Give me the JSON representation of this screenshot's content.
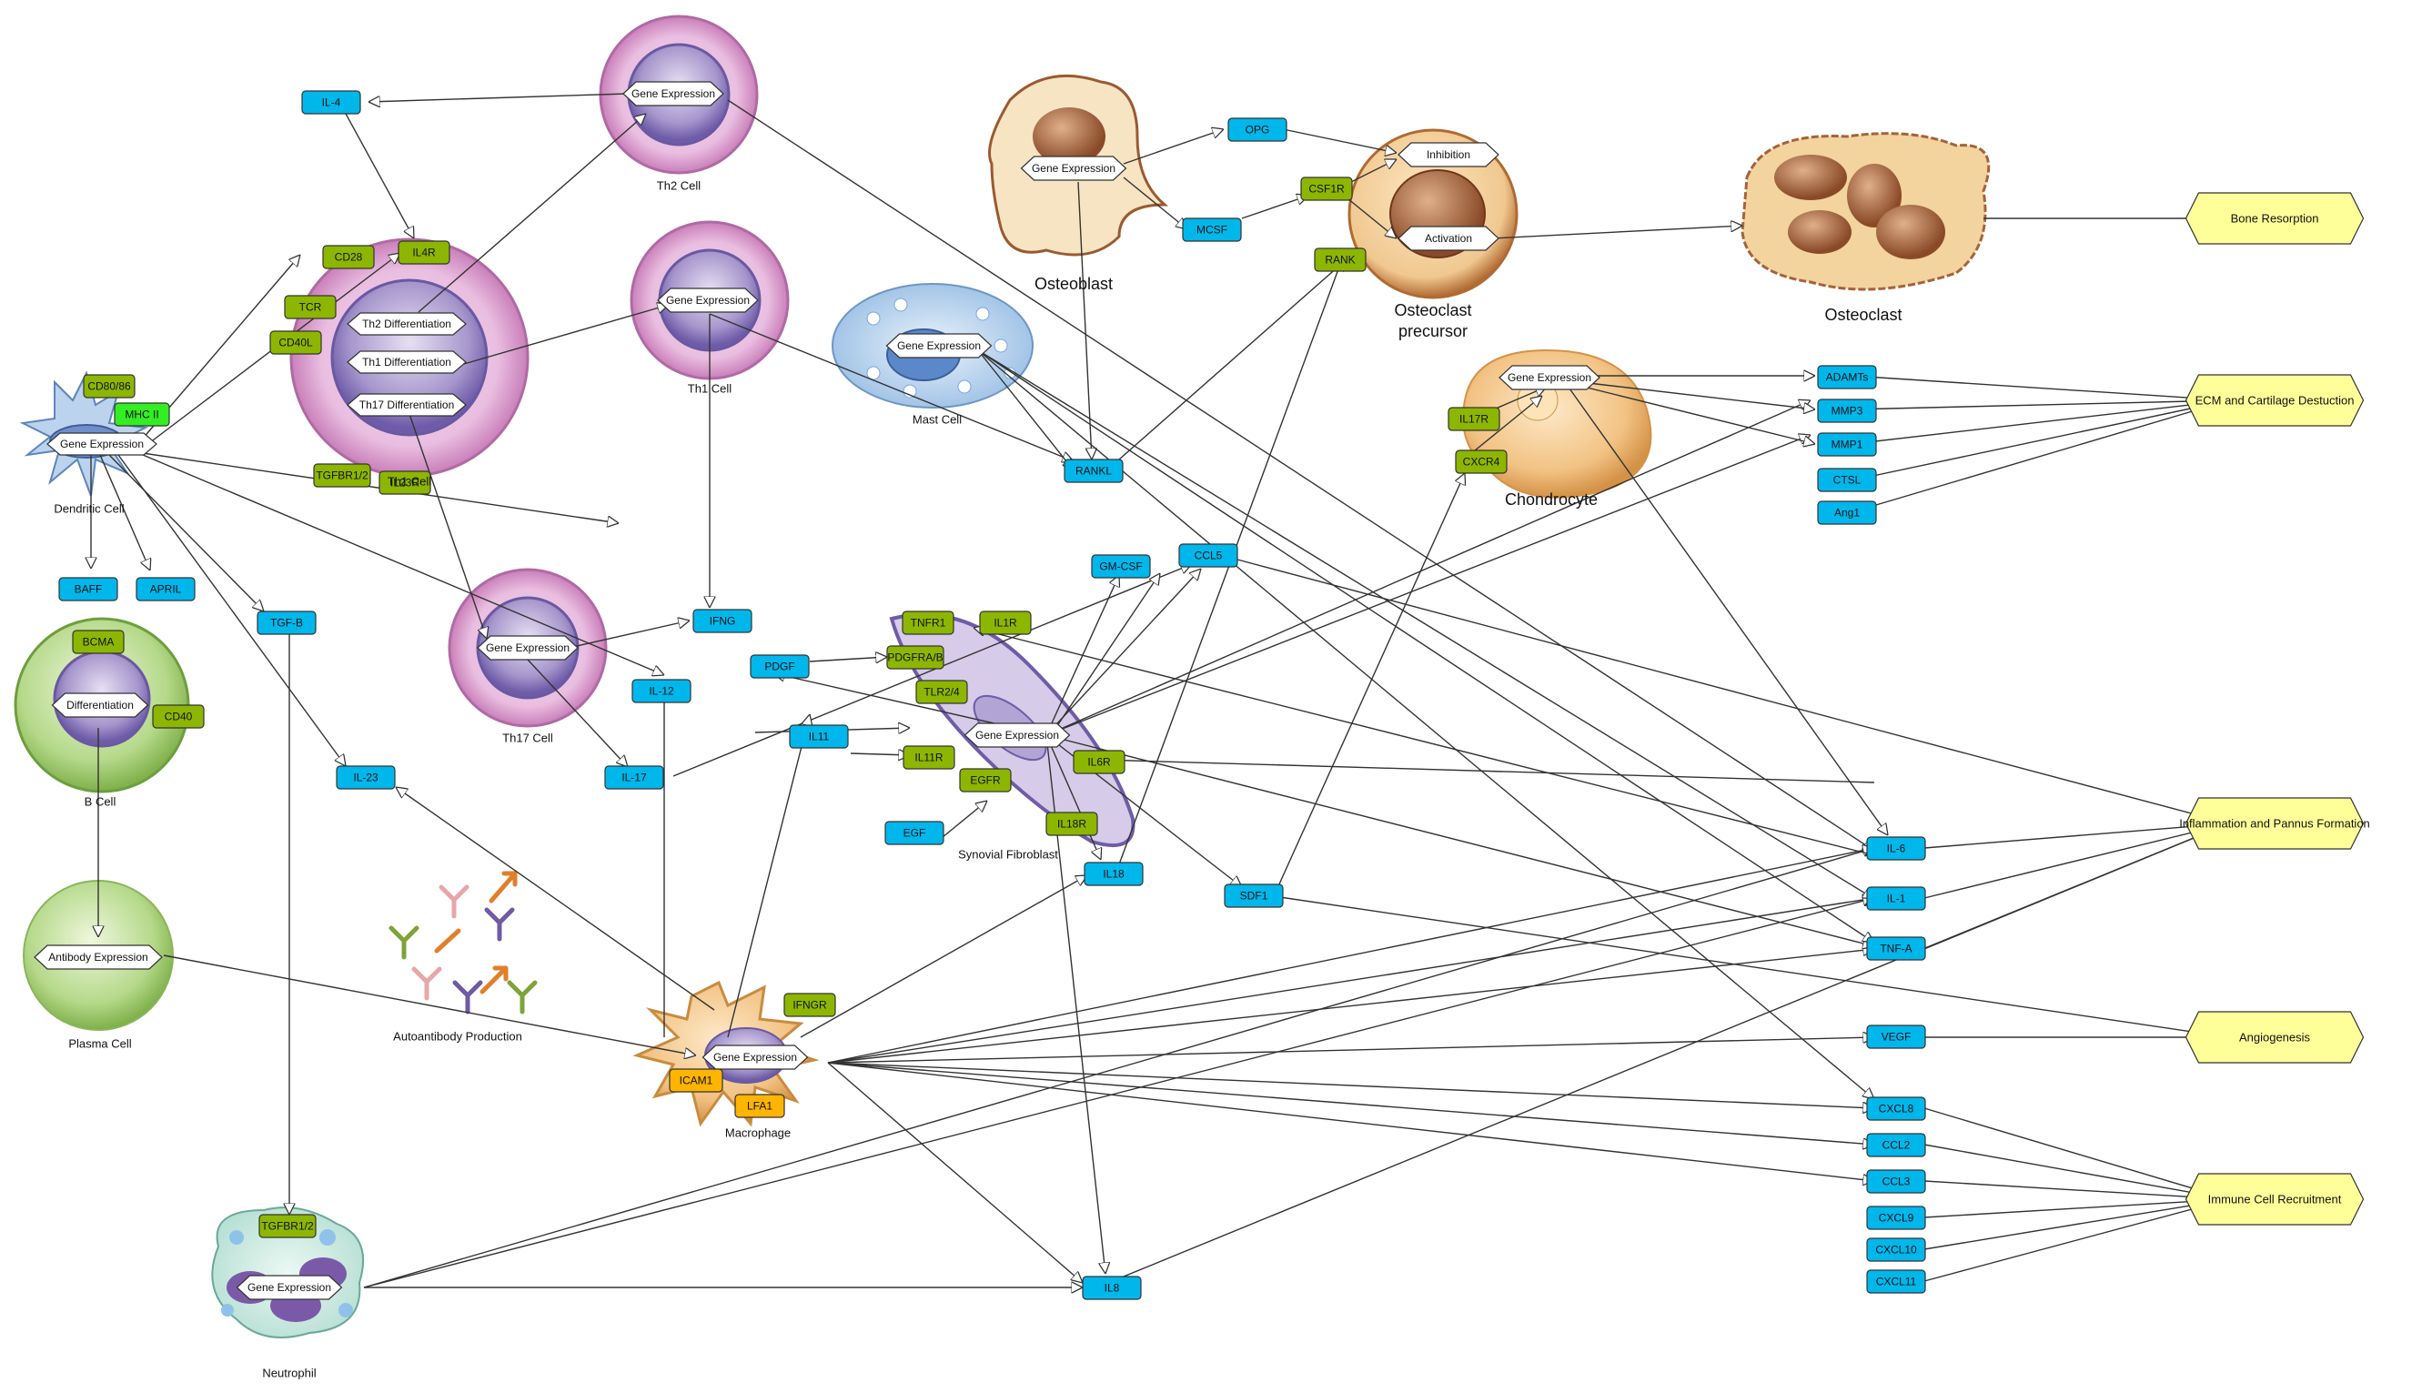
{
  "cells": {
    "th2": "Th2 Cell",
    "th1_big": "Th1 Cell",
    "th1_small": "Th1 Cell",
    "th17": "Th17 Cell",
    "dendritic": "Dendritic Cell",
    "bcell": "B Cell",
    "plasma": "Plasma Cell",
    "macrophage": "Macrophage",
    "neutrophil": "Neutrophil",
    "mast": "Mast Cell",
    "osteoblast": "Osteoblast",
    "osteoclast_precursor_1": "Osteoclast",
    "osteoclast_precursor_2": "precursor",
    "osteoclast": "Osteoclast",
    "chondrocyte": "Chondrocyte",
    "synovial": "Synovial Fibroblast",
    "autoantibody": "Autoantibody Production"
  },
  "processes": {
    "gene_expression": "Gene Expression",
    "th2_diff": "Th2 Differentiation",
    "th1_diff": "Th1 Differentiation",
    "th17_diff": "Th17 Differentiation",
    "differentiation": "Differentiation",
    "antibody_expression": "Antibody Expression",
    "inhibition": "Inhibition",
    "activation": "Activation"
  },
  "receptors": {
    "cd28": "CD28",
    "il4r": "IL4R",
    "tcr": "TCR",
    "cd40l": "CD40L",
    "cd8086": "CD80/86",
    "mhcii": "MHC II",
    "tgfbr12": "TGFBR1/2",
    "il23r": "IL23R",
    "bcma": "BCMA",
    "cd40": "CD40",
    "csf1r": "CSF1R",
    "rank": "RANK",
    "il17r": "IL17R",
    "cxcr4": "CXCR4",
    "tnfr1": "TNFR1",
    "il1r": "IL1R",
    "pdgfrab": "PDGFRA/B",
    "tlr24": "TLR2/4",
    "il11r": "IL11R",
    "egfr": "EGFR",
    "il6r": "IL6R",
    "il18r": "IL18R",
    "ifngr": "IFNGR",
    "tgfbr12_n": "TGFBR1/2"
  },
  "ligands": {
    "il4": "IL-4",
    "baff": "BAFF",
    "april": "APRIL",
    "tgfb": "TGF-B",
    "il23": "IL-23",
    "il12": "IL-12",
    "il17": "IL-17",
    "ifng": "IFNG",
    "pdgf": "PDGF",
    "il11": "IL11",
    "egf": "EGF",
    "il18": "IL18",
    "gmcsf": "GM-CSF",
    "ccl5": "CCL5",
    "rankl": "RANKL",
    "opg": "OPG",
    "mcsf": "MCSF",
    "sdf1": "SDF1",
    "adamts": "ADAMTs",
    "mmp3": "MMP3",
    "mmp1": "MMP1",
    "ctsl": "CTSL",
    "ang1": "Ang1",
    "il6": "IL-6",
    "il1": "IL-1",
    "tnfa": "TNF-A",
    "vegf": "VEGF",
    "cxcl8": "CXCL8",
    "ccl2": "CCL2",
    "ccl3": "CCL3",
    "cxcl9": "CXCL9",
    "cxcl10": "CXCL10",
    "cxcl11": "CXCL11",
    "il8": "IL8"
  },
  "adhesion": {
    "icam1": "ICAM1",
    "lfa1": "LFA1"
  },
  "outcomes": {
    "bone_resorption": "Bone Resorption",
    "ecm": "ECM and Cartilage Destuction",
    "inflammation": "Inflammation and Pannus Formation",
    "angiogenesis": "Angiogenesis",
    "immune": "Immune Cell Recruitment"
  },
  "colors": {
    "ligand": "#00b7eb",
    "receptor": "#8db600",
    "mhc": "#33ee22",
    "adhesion": "#ffb400",
    "outcome": "#ffff99",
    "th_cell": "#d9a3cf",
    "nucleus": "#9a86c4"
  }
}
